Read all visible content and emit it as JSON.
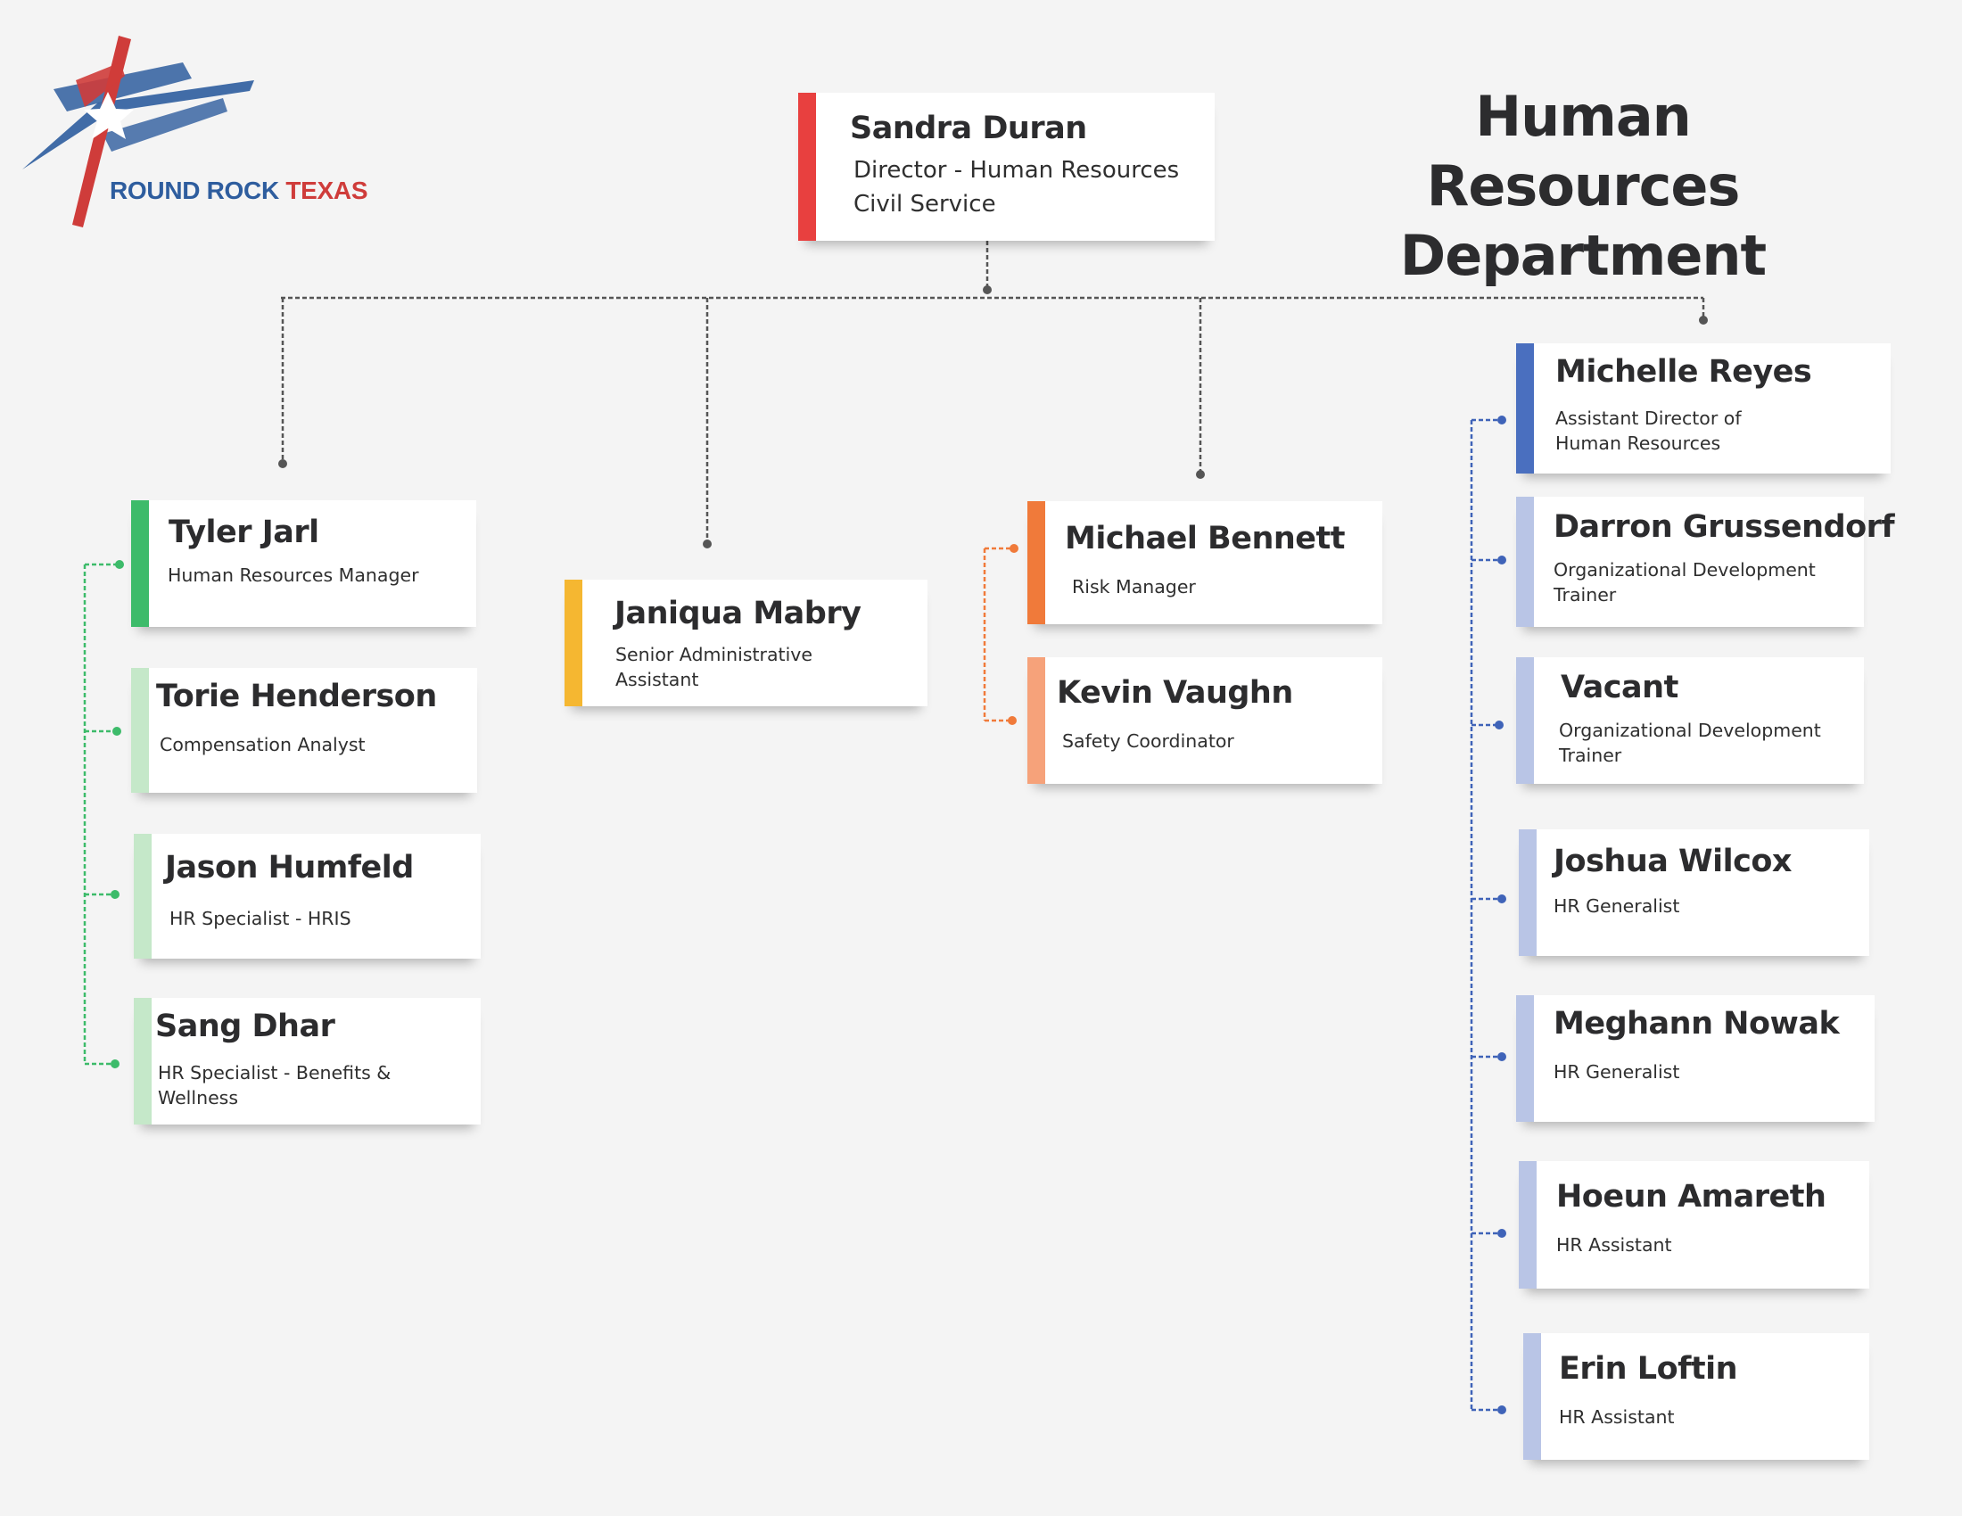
{
  "logo": {
    "word1": "ROUND ROCK",
    "word2": "TEXAS",
    "colors": {
      "blue": "#2e5d9e",
      "red": "#cf3c3a",
      "star": "#ffffff"
    }
  },
  "title": {
    "line1": "Human Resources",
    "line2": "Department"
  },
  "director": {
    "name": "Sandra Duran",
    "role_line1": "Director - Human Resources",
    "role_line2": "Civil Service",
    "accent": "#e8403f"
  },
  "branches": {
    "hr_manager_team": {
      "accent": "#3dbb6a",
      "members": [
        {
          "name": "Tyler Jarl",
          "role": "Human Resources Manager",
          "accent": "#3dbb6a"
        },
        {
          "name": "Torie Henderson",
          "role": "Compensation Analyst",
          "accent": "#c5e8c9"
        },
        {
          "name": "Jason Humfeld",
          "role": "HR Specialist - HRIS",
          "accent": "#c5e8c9"
        },
        {
          "name": "Sang Dhar",
          "role_line1": "HR Specialist - Benefits &",
          "role_line2": "Wellness",
          "accent": "#c5e8c9"
        }
      ]
    },
    "admin": {
      "accent": "#f5b731",
      "members": [
        {
          "name": "Janiqua Mabry",
          "role_line1": "Senior Administrative",
          "role_line2": "Assistant",
          "accent": "#f5b731"
        }
      ]
    },
    "risk_team": {
      "accent": "#f07a3a",
      "members": [
        {
          "name": "Michael Bennett",
          "role": "Risk Manager",
          "accent": "#f07a3a"
        },
        {
          "name": "Kevin Vaughn",
          "role": "Safety Coordinator",
          "accent": "#f6a27a"
        }
      ]
    },
    "assistant_director_team": {
      "accent": "#4a6fbf",
      "members": [
        {
          "name": "Michelle Reyes",
          "role_line1": "Assistant Director of",
          "role_line2": "Human Resources",
          "accent": "#4a6fbf"
        },
        {
          "name": "Darron Grussendorf",
          "role_line1": "Organizational Development",
          "role_line2": "Trainer",
          "accent": "#b9c5e6"
        },
        {
          "name": "Vacant",
          "role_line1": "Organizational Development",
          "role_line2": "Trainer",
          "accent": "#b9c5e6"
        },
        {
          "name": "Joshua Wilcox",
          "role": "HR Generalist",
          "accent": "#b9c5e6"
        },
        {
          "name": "Meghann Nowak",
          "role": "HR Generalist",
          "accent": "#b9c5e6"
        },
        {
          "name": "Hoeun Amareth",
          "role": "HR Assistant",
          "accent": "#b9c5e6"
        },
        {
          "name": "Erin Loftin",
          "role": "HR Assistant",
          "accent": "#b9c5e6"
        }
      ]
    }
  },
  "connector_colors": {
    "main": "#555555",
    "green": "#3dbb6a",
    "orange": "#f07a3a",
    "blue": "#3f63b8"
  }
}
